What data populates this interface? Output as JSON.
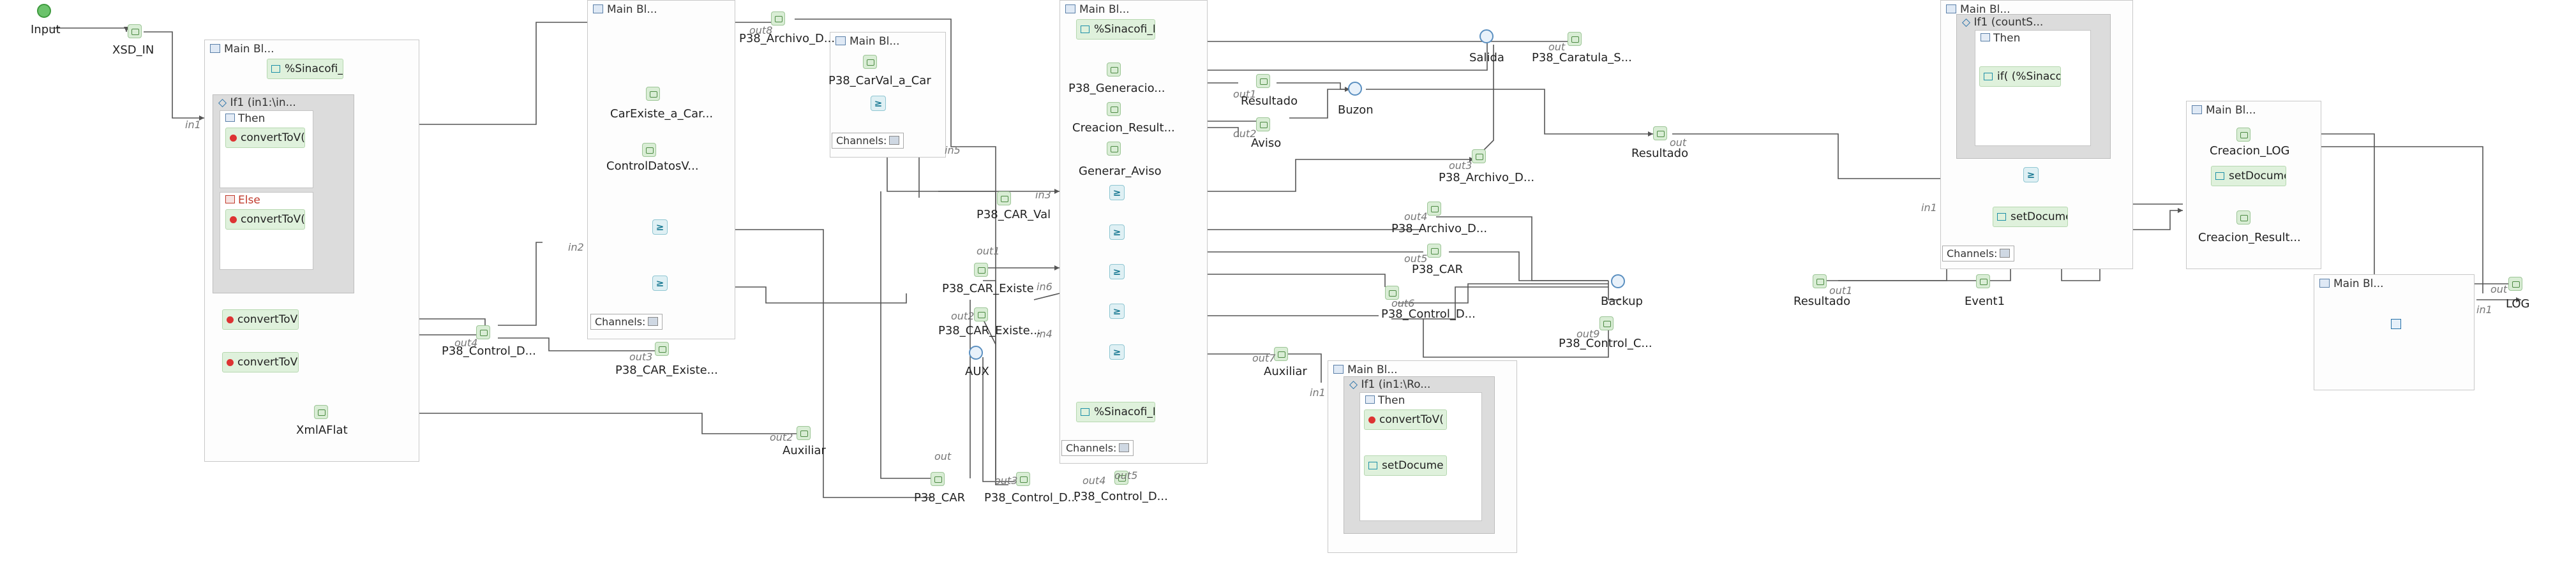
{
  "flow": {
    "nodes": {
      "input": "Input",
      "xsd_in": "XSD_IN",
      "xml_a_flat": "XmlAFlat",
      "p38_control_d_1": "P38_Control_D...",
      "p38_car_existe_1": "P38_CAR_Existe...",
      "auxiliar_1": "Auxiliar",
      "p38_archivo_d_1": "P38_Archivo_D...",
      "car_existe_a_car": "CarExiste_a_Car...",
      "control_datos_v": "ControlDatosV...",
      "p38_car_val_a_car": "P38_CarVal_a_Car",
      "p38_car_val": "P38_CAR_Val",
      "p38_car_existe_2": "P38_CAR_Existe",
      "p38_car_existe_3": "P38_CAR_Existe...",
      "aux": "AUX",
      "p38_car": "P38_CAR",
      "p38_control_d_2": "P38_Control_D...",
      "p38_control_d_3": "P38_Control_D...",
      "p38_generacio": "P38_Generacio...",
      "creacion_result_1": "Creacion_Result...",
      "generar_aviso": "Generar_Aviso",
      "resultado_1": "Resultado",
      "aviso": "Aviso",
      "buzon": "Buzon",
      "salida": "Salida",
      "p38_caratula_s": "P38_Caratula_S...",
      "p38_archivo_d_2": "P38_Archivo_D...",
      "resultado_2": "Resultado",
      "p38_archivo_d_3": "P38_Archivo_D...",
      "p38_car_2": "P38_CAR",
      "p38_control_d_4": "P38_Control_D...",
      "backup": "Backup",
      "p38_control_c": "P38_Control_C...",
      "auxiliar_2": "Auxiliar",
      "resultado_3": "Resultado",
      "event1": "Event1",
      "creacion_log": "Creacion_LOG",
      "creacion_result_2": "Creacion_Result...",
      "log": "LOG"
    },
    "terminals": {
      "in1_a": "in1",
      "out4_a": "out4",
      "out3_a": "out3",
      "out2_a": "out2",
      "in2_a": "in2",
      "out_top": "out8",
      "in3": "in3",
      "out1_a": "out1",
      "out2_b": "out2",
      "in6": "in6",
      "in4": "in4",
      "out_b": "out",
      "out3_b": "out3",
      "out4_b": "out4",
      "out5_a": "out5",
      "in5": "in5",
      "out1_b": "out1",
      "out2_c": "out2",
      "out_c": "out",
      "out3_c": "out3",
      "out4_c": "out4",
      "out5_b": "out5",
      "out6": "out6",
      "out9": "out9",
      "out7": "out7",
      "in1_b": "in1",
      "out_d": "out",
      "in1_c": "in1",
      "out1_c": "out1",
      "out_e": "out",
      "in1_d": "in1"
    },
    "groups": {
      "main1": {
        "title": "Main Bl...",
        "step_sinacofi": "%Sinacofi_F",
        "if_title": "If1      (in1:\\in...",
        "then": "Then",
        "else": "Else",
        "convert1": "convertToV(",
        "convert2": "convertToV(",
        "convert3": "convertToV(",
        "convert4": "convertToV("
      },
      "main2": {
        "title": "Main Bl...",
        "channels": "Channels:"
      },
      "main3": {
        "title": "Main Bl...",
        "channels": "Channels:"
      },
      "main4": {
        "title": "Main Bl...",
        "step_sinacofi_top": "%Sinacofi_F",
        "step_sinacofi_bottom": "%Sinacofi_F",
        "channels": "Channels:"
      },
      "main5": {
        "title": "Main Bl...",
        "if_title": "If1      (in1:\\Ro...",
        "then": "Then",
        "convert": "convertToV(",
        "set_docume": "setDocume"
      },
      "main6": {
        "title": "Main Bl...",
        "if_title": "If1      (countS...",
        "then": "Then",
        "if_step": "if( (%Sinaco",
        "set_docume": "setDocume",
        "channels": "Channels:"
      },
      "main7": {
        "title": "Main Bl...",
        "set_docume": "setDocume"
      },
      "main8": {
        "title": "Main Bl..."
      }
    }
  }
}
